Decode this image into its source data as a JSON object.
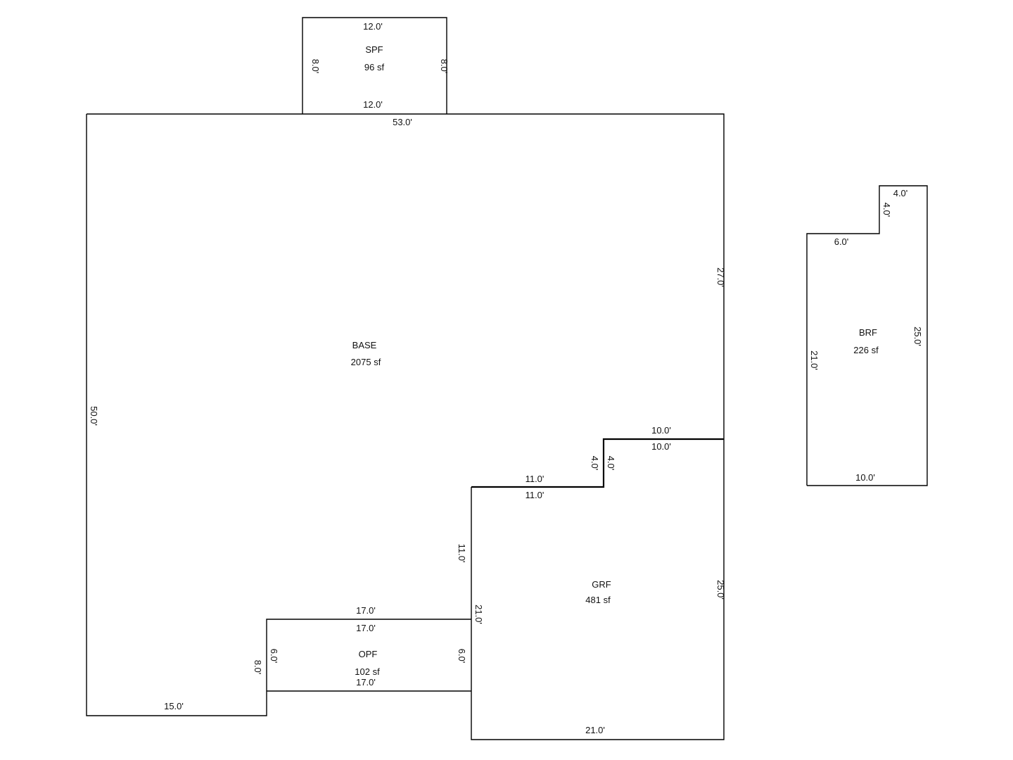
{
  "areas": {
    "spf": {
      "code": "SPF",
      "area": "96 sf"
    },
    "base": {
      "code": "BASE",
      "area": "2075 sf"
    },
    "grf": {
      "code": "GRF",
      "area": "481 sf"
    },
    "opf": {
      "code": "OPF",
      "area": "102 sf"
    },
    "brf": {
      "code": "BRF",
      "area": "226 sf"
    }
  },
  "dims": {
    "spf_top": "12.0'",
    "spf_bottom": "12.0'",
    "spf_left": "8.0'",
    "spf_right": "8.0'",
    "base_top": "53.0'",
    "base_left": "50.0'",
    "base_right_upper": "27.0'",
    "base_bottom_left": "15.0'",
    "step_upper_outer": "10.0'",
    "step_upper_inner": "10.0'",
    "step_mid_left": "4.0'",
    "step_mid_right": "4.0'",
    "step_lower_outer": "11.0'",
    "step_lower_inner": "11.0'",
    "grf_left_upper": "11.0'",
    "grf_right": "25.0'",
    "grf_left_lower": "21.0'",
    "grf_bottom": "21.0'",
    "opf_top_outer": "17.0'",
    "opf_top_inner": "17.0'",
    "opf_bottom": "17.0'",
    "opf_left_inner": "6.0'",
    "opf_left_outer": "8.0'",
    "opf_right": "6.0'",
    "brf_top": "4.0'",
    "brf_notch": "4.0'",
    "brf_step": "6.0'",
    "brf_left": "21.0'",
    "brf_right": "25.0'",
    "brf_bottom": "10.0'"
  }
}
